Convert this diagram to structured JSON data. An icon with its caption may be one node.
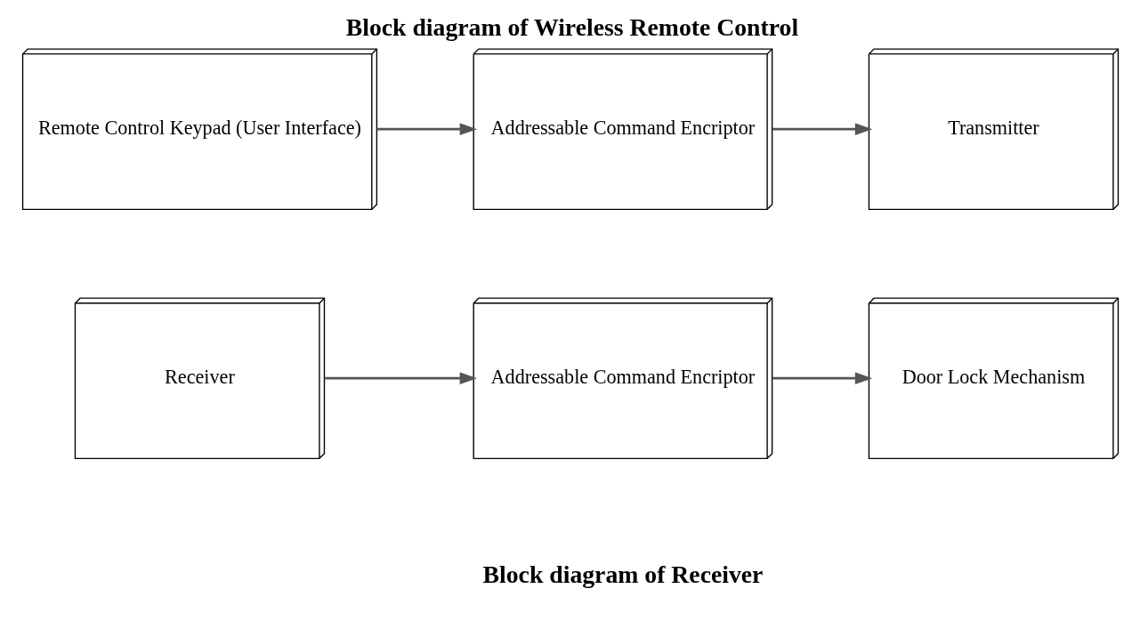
{
  "diagram": {
    "title": "Block diagram of Wireless Remote Control",
    "caption": "Block diagram of Receiver",
    "nodes": [
      {
        "text": [
          "Remote Control Keypad (User Interface)"
        ]
      },
      {
        "text": [
          "Addressable Command Encriptor"
        ]
      },
      {
        "text": [
          "Transmitter"
        ]
      },
      {
        "text": [
          "Receiver"
        ]
      },
      {
        "text": [
          "Addressable Command Encriptor"
        ]
      },
      {
        "text": [
          "Door Lock Mechanism"
        ]
      }
    ],
    "edges": [
      {
        "from": 0,
        "to": 1,
        "arrow": "to"
      },
      {
        "from": 1,
        "to": 2,
        "arrow": "to"
      },
      {
        "from": 3,
        "to": 4,
        "arrow": "to"
      },
      {
        "from": 4,
        "to": 5,
        "arrow": "to"
      }
    ]
  }
}
